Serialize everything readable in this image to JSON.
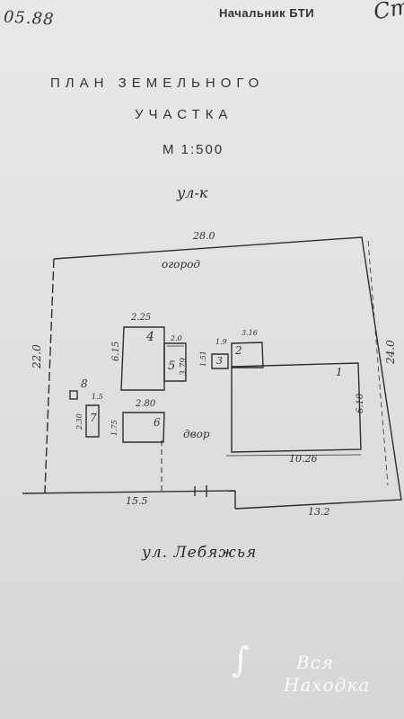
{
  "header": {
    "date_fragment": "05.88",
    "chief_label": "Начальник БТИ",
    "signature_fragment": "Ст"
  },
  "title": {
    "line1": "ПЛАН ЗЕМЕЛЬНОГО",
    "line2": "УЧАСТКА",
    "scale": "М 1:500"
  },
  "plan": {
    "street_top": "ул-к",
    "street_bottom": "ул. Лебяжья",
    "area_garden": "огород",
    "area_yard": "двор",
    "dimensions": {
      "top": "28.0",
      "left": "22.0",
      "right": "24.0",
      "bottom_left": "15.5",
      "bottom_right": "13.2",
      "house_width": "10.26",
      "house_depth": "6.10",
      "b4_width": "2.25",
      "b4_height": "6.15",
      "b5_small": "2.0",
      "b5_height": "3.79",
      "b6_width": "2.80",
      "b7_width": "1.5",
      "b7_height": "2.30",
      "b7_height2": "1.75",
      "b2_width": "3.16",
      "b3_width": "1.9",
      "b3_height": "1.51"
    },
    "buildings": [
      "1",
      "2",
      "3",
      "4",
      "5",
      "6",
      "7",
      "8"
    ]
  },
  "watermark": {
    "line1": "Вся",
    "line2": "Находка"
  }
}
